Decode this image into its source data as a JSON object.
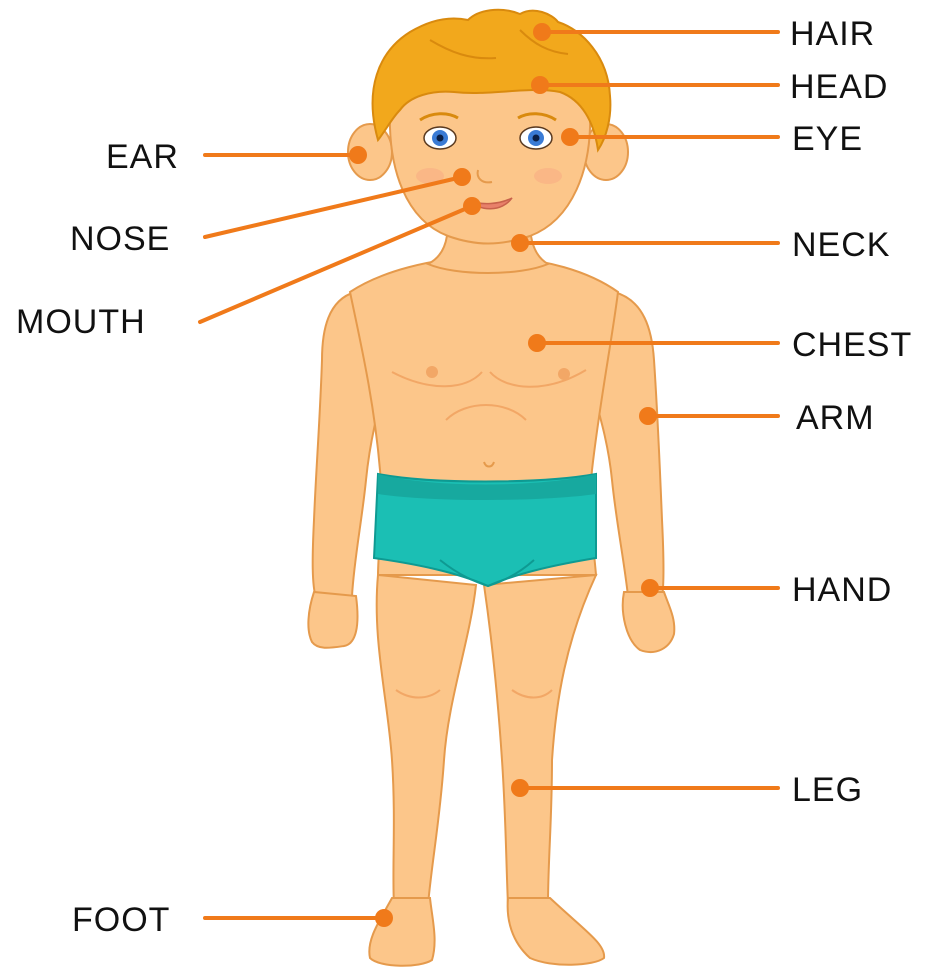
{
  "colors": {
    "leader_line": "#F07A1A",
    "skin": "#FCC68A",
    "skin_shadow": "#F2A766",
    "outline": "#E59A4C",
    "hair": "#F2A81C",
    "hair_dark": "#D98A0E",
    "underwear": "#1BBFB4",
    "underwear_dark": "#0E9A92",
    "eye_iris": "#3A7BD5",
    "label_text": "#111111",
    "background": "#FFFFFF"
  },
  "labels": {
    "hair": "HAIR",
    "head": "HEAD",
    "eye": "EYE",
    "ear": "EAR",
    "nose": "NOSE",
    "mouth": "MOUTH",
    "neck": "NECK",
    "chest": "CHEST",
    "arm": "ARM",
    "hand": "HAND",
    "leg": "LEG",
    "foot": "FOOT"
  }
}
